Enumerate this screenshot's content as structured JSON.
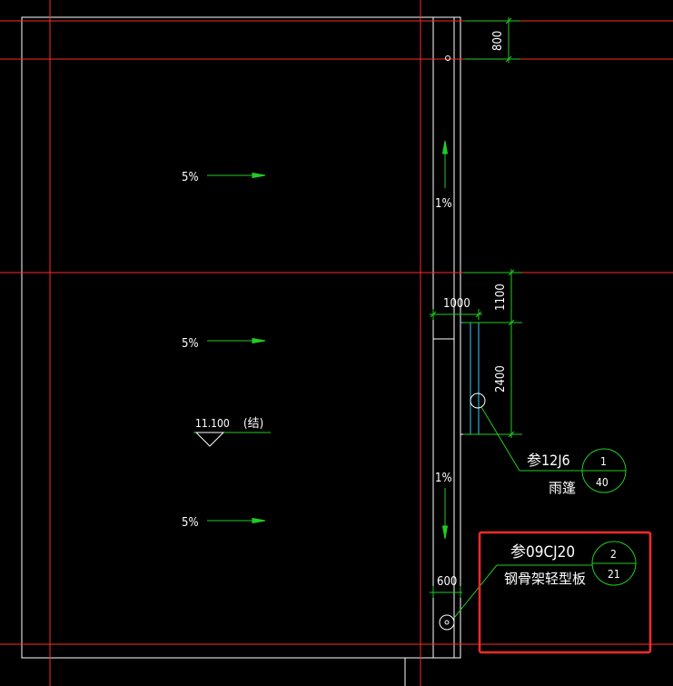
{
  "colors": {
    "background": "#000000",
    "outline": "#ffffff",
    "axis": "#ff2a2a",
    "arrow": "#22cc22",
    "dimension": "#22cc22",
    "leader": "#22cc22",
    "canopy": "#33ccff",
    "highlight": "#ff2a2a"
  },
  "slopes": {
    "roof_1": "5%",
    "roof_2": "5%",
    "roof_3": "5%",
    "gutter_top": "1%",
    "gutter_bottom": "1%"
  },
  "dimensions": {
    "d800": "800",
    "d1100": "1100",
    "d2400": "2400",
    "d1000": "1000",
    "d600": "600"
  },
  "elevation": {
    "value": "11.100",
    "note": "(结)"
  },
  "callout_canopy": {
    "ref": "参12J6",
    "label": "雨篷",
    "index_top": "1",
    "index_bottom": "40"
  },
  "callout_board": {
    "ref": "参09CJ20",
    "label": "钢骨架轻型板",
    "index_top": "2",
    "index_bottom": "21"
  }
}
